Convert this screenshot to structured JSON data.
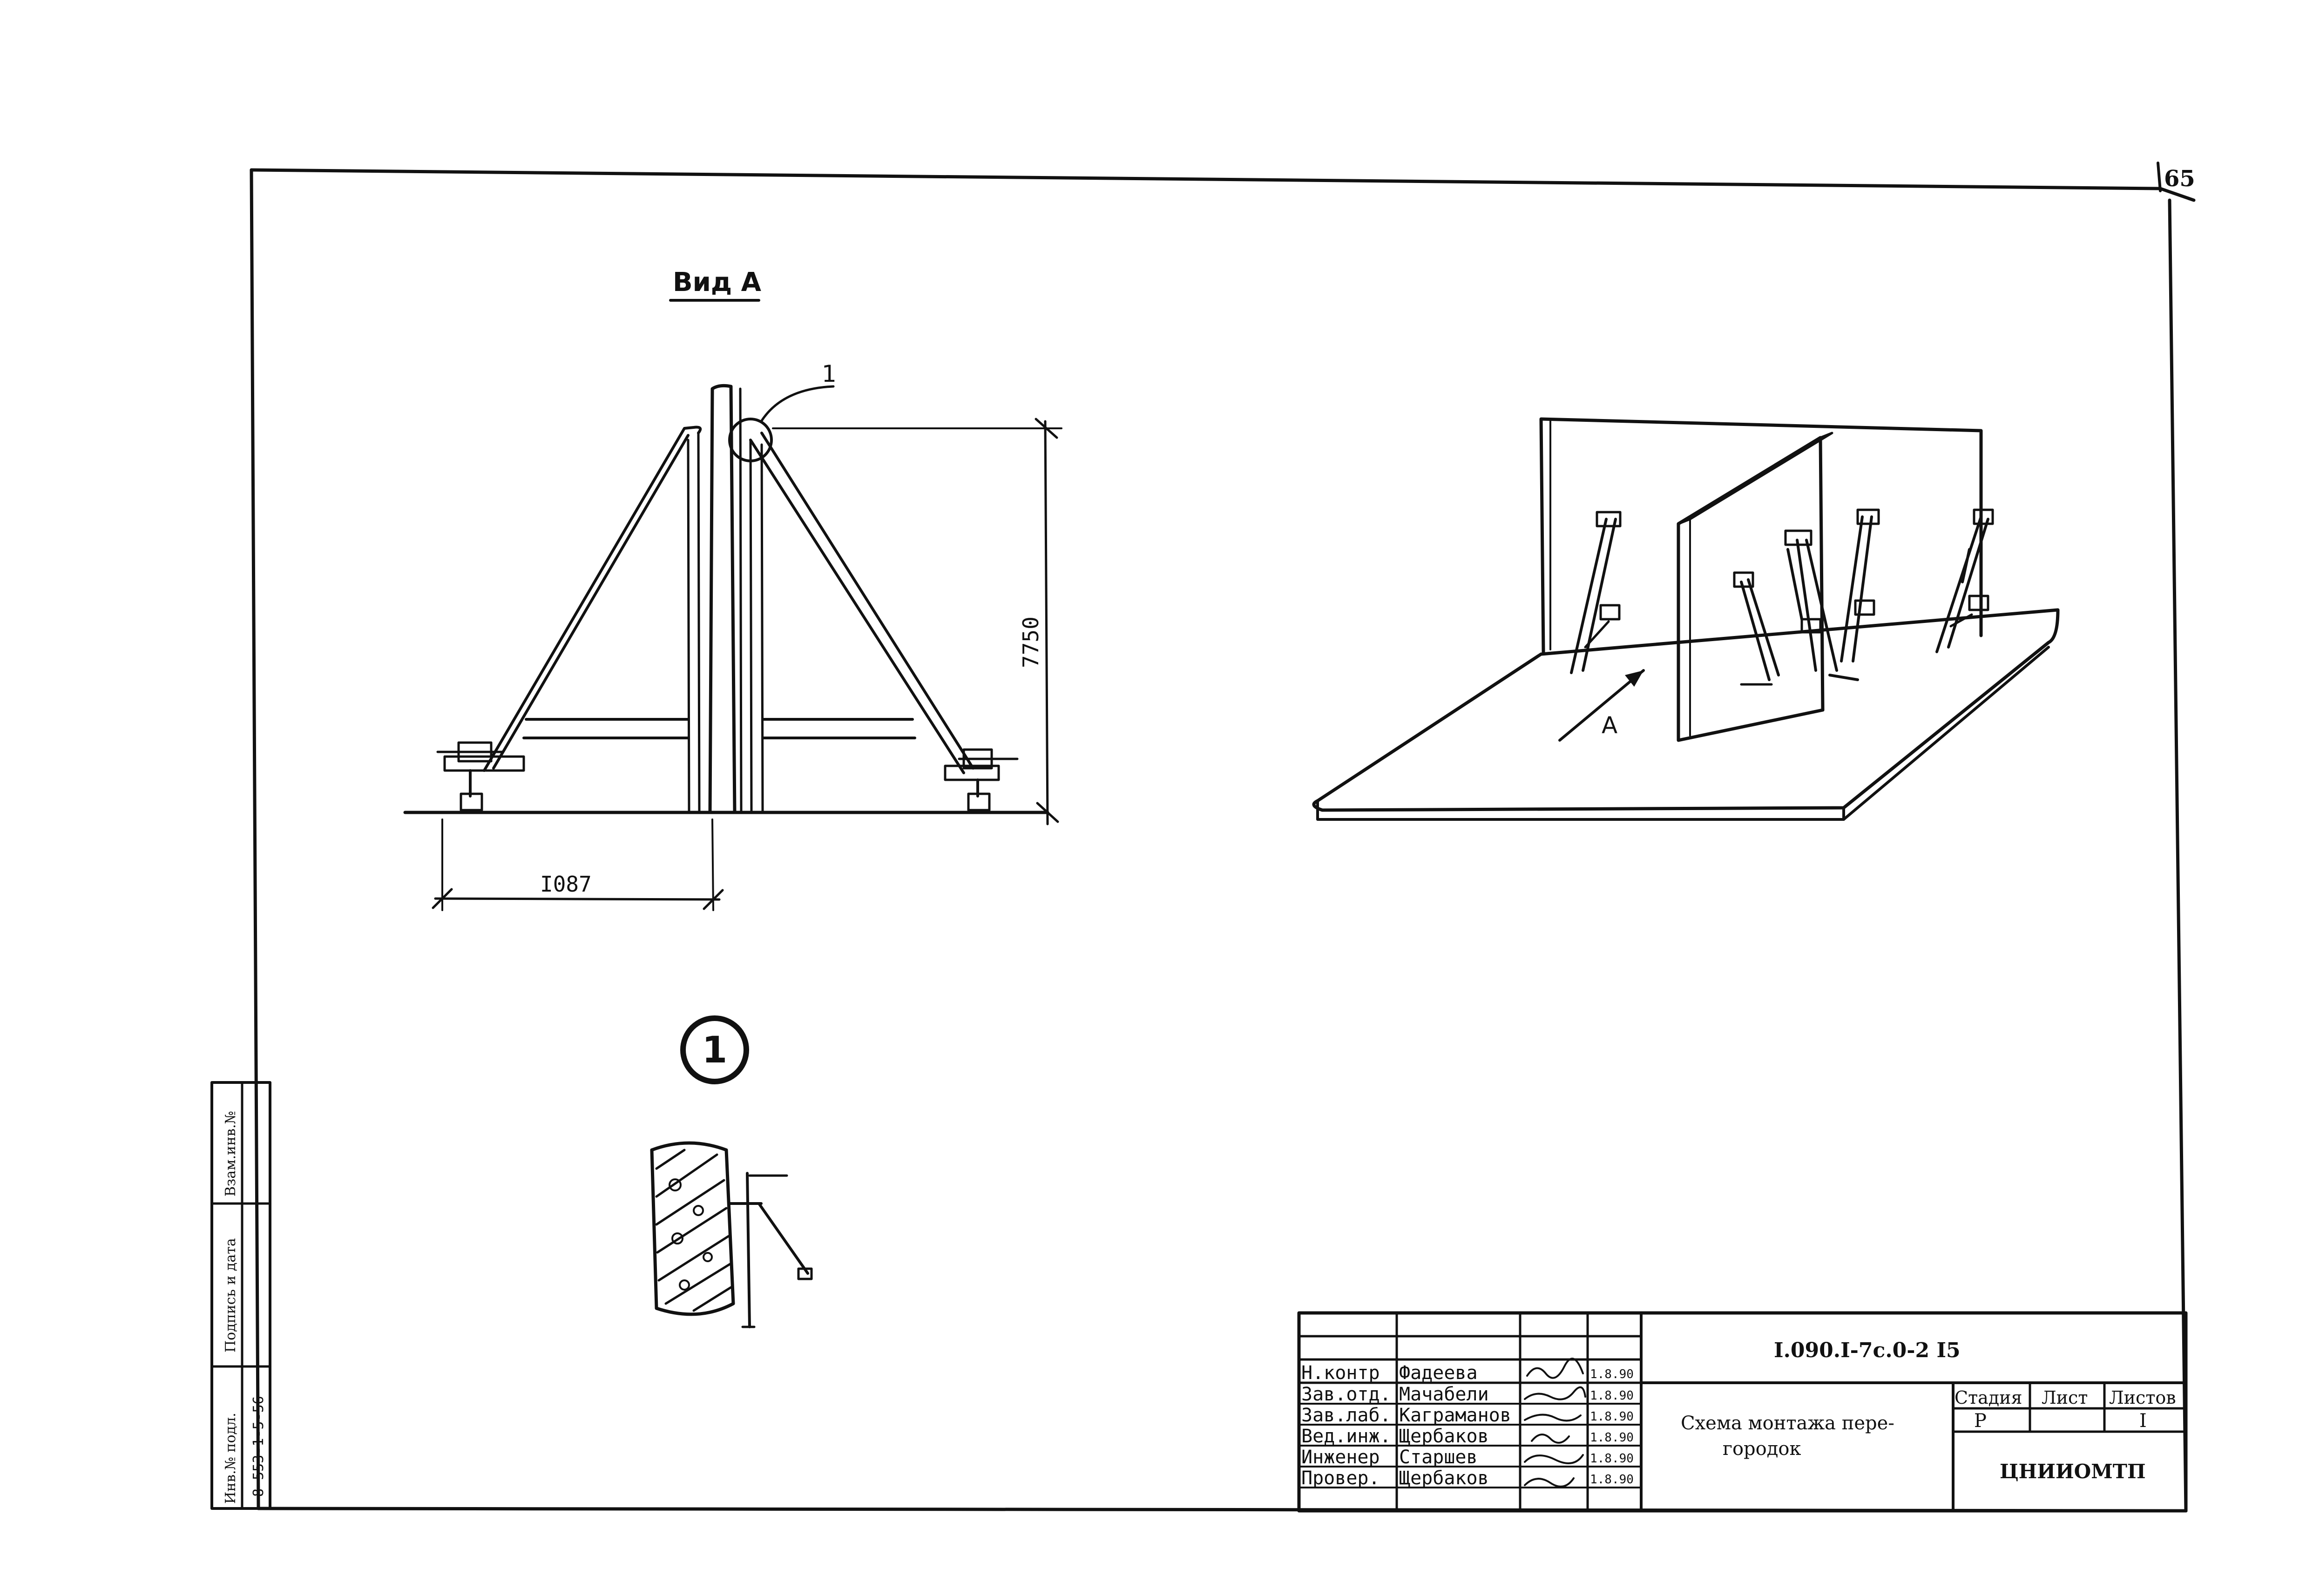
{
  "sheet": {
    "page_number": "65"
  },
  "view_a": {
    "title": "Вид А",
    "leader_label": "1",
    "dim_height": "7750",
    "dim_width": "I087"
  },
  "detail": {
    "callout": "1"
  },
  "isometric": {
    "view_arrow_label": "А"
  },
  "side_stamp": {
    "col1": "Взам.инв.№",
    "col2": "Подпись и дата",
    "col3": "Инв.№ подл.",
    "inv_number": "8-553-1-5-56"
  },
  "title_block": {
    "code": "I.090.I-7c.0-2 I5",
    "name_line1": "Схема монтажа пере-",
    "name_line2": "городок",
    "headers": {
      "stage": "Стадия",
      "sheet": "Лист",
      "sheets": "Листов"
    },
    "values": {
      "stage": "Р",
      "sheet": "",
      "sheets": "I"
    },
    "org": "ЦНИИОМТП",
    "rows": [
      {
        "role": "Н.контр",
        "name": "Фадеева",
        "date": "1.8.90"
      },
      {
        "role": "Зав.отд.",
        "name": "Мачабели",
        "date": "1.8.90"
      },
      {
        "role": "Зав.лаб.",
        "name": "Каграманов",
        "date": "1.8.90"
      },
      {
        "role": "Вед.инж.",
        "name": "Щербаков",
        "date": "1.8.90"
      },
      {
        "role": "Инженер",
        "name": "Старшев",
        "date": "1.8.90"
      },
      {
        "role": "Провер.",
        "name": "Щербаков",
        "date": "1.8.90"
      }
    ]
  }
}
